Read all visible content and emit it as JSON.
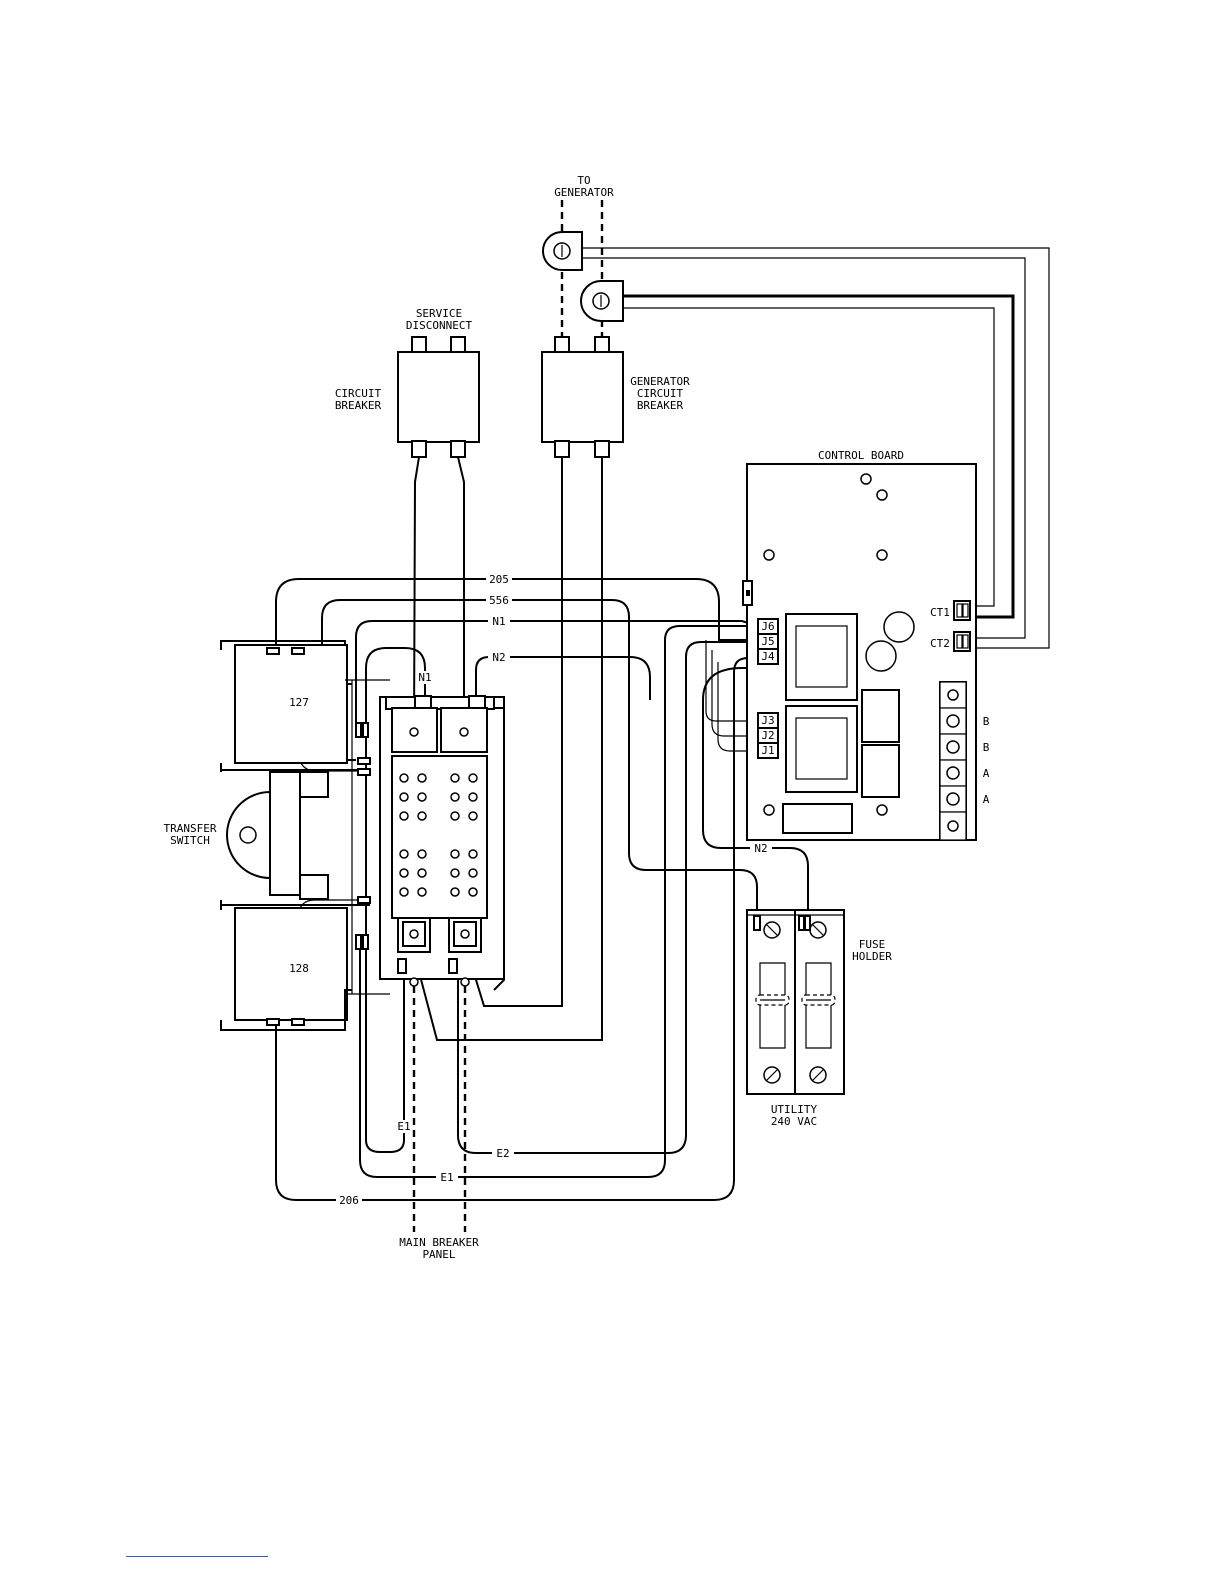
{
  "labels": {
    "to_generator": [
      "TO",
      "GENERATOR"
    ],
    "service_disconnect": [
      "SERVICE",
      "DISCONNECT"
    ],
    "circuit_breaker": [
      "CIRCUIT",
      "BREAKER"
    ],
    "generator_circuit_breaker": [
      "GENERATOR",
      "CIRCUIT",
      "BREAKER"
    ],
    "control_board": "CONTROL BOARD",
    "ct1": "CT1",
    "ct2": "CT2",
    "transfer_switch": [
      "TRANSFER",
      "SWITCH"
    ],
    "fuse_holder": [
      "FUSE",
      "HOLDER"
    ],
    "utility": [
      "UTILITY",
      "240 VAC"
    ],
    "main_breaker_panel": [
      "MAIN BREAKER",
      "PANEL"
    ]
  },
  "wires": {
    "w205": "205",
    "w556": "556",
    "wN1": "N1",
    "wN2": "N2",
    "wN1_terminal": "N1",
    "wN2_lower": "N2",
    "w127": "127",
    "w128": "128",
    "wE1_left": "E1",
    "wE2": "E2",
    "wE1_bottom": "E1",
    "w206": "206"
  },
  "jacks": {
    "J6": "J6",
    "J5": "J5",
    "J4": "J4",
    "J3": "J3",
    "J2": "J2",
    "J1": "J1"
  },
  "terminal_strip": [
    "B",
    "B",
    "A",
    "A"
  ]
}
